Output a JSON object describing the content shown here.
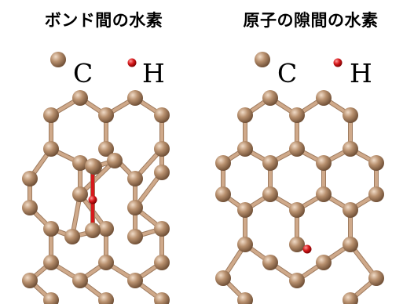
{
  "panels": [
    {
      "title": "ボンド間の水素",
      "legend": [
        {
          "symbol": "C",
          "atom": "carbon"
        },
        {
          "symbol": "H",
          "atom": "hydrogen"
        }
      ]
    },
    {
      "title": "原子の隙間の水素",
      "legend": [
        {
          "symbol": "C",
          "atom": "carbon"
        },
        {
          "symbol": "H",
          "atom": "hydrogen"
        }
      ]
    }
  ],
  "colors": {
    "carbon": "#b8906e",
    "carbon_highlight": "#f1dcc8",
    "carbon_shadow": "#6f4f36",
    "bond": "#cfa98a",
    "bond_edge": "#9d7a5e",
    "hydrogen": "#d7191c",
    "hydrogen_highlight": "#ff9a9a"
  }
}
